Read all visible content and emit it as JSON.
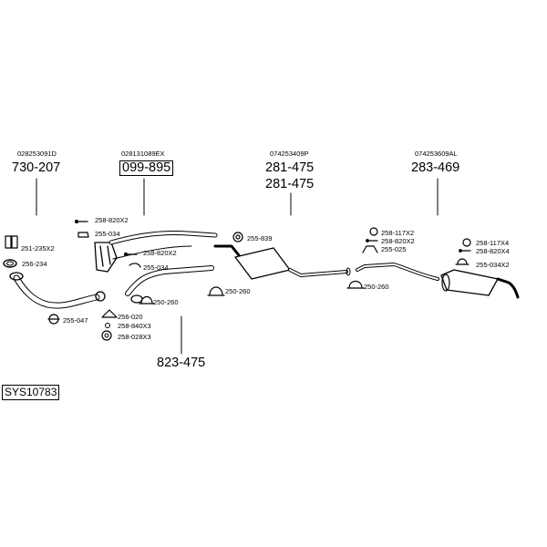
{
  "diagram": {
    "groups": [
      {
        "id": "front-pipe",
        "oem": "028253091D",
        "numbers": [
          "730-207"
        ]
      },
      {
        "id": "catalyst",
        "oem": "028131089EX",
        "numbers": [
          "099-895"
        ]
      },
      {
        "id": "middle-silencer",
        "oem": "074253409P",
        "numbers": [
          "281-475",
          "281-475"
        ]
      },
      {
        "id": "rear-silencer",
        "oem": "074253609AL",
        "numbers": [
          "283-469"
        ]
      },
      {
        "id": "intermediate-pipe",
        "numbers": [
          "823-475"
        ]
      }
    ],
    "parts": [
      "251-235X2",
      "256-234",
      "255-047",
      "258-820X2",
      "255-034",
      "258-820X2",
      "255-034",
      "250-260",
      "256-020",
      "258-840X3",
      "258-028X3",
      "255-839",
      "250-260",
      "258-117X2",
      "258-820X2",
      "255-025",
      "250-260",
      "258-117X4",
      "258-820X4",
      "255-034X2"
    ],
    "system_code": "SYS10783"
  }
}
